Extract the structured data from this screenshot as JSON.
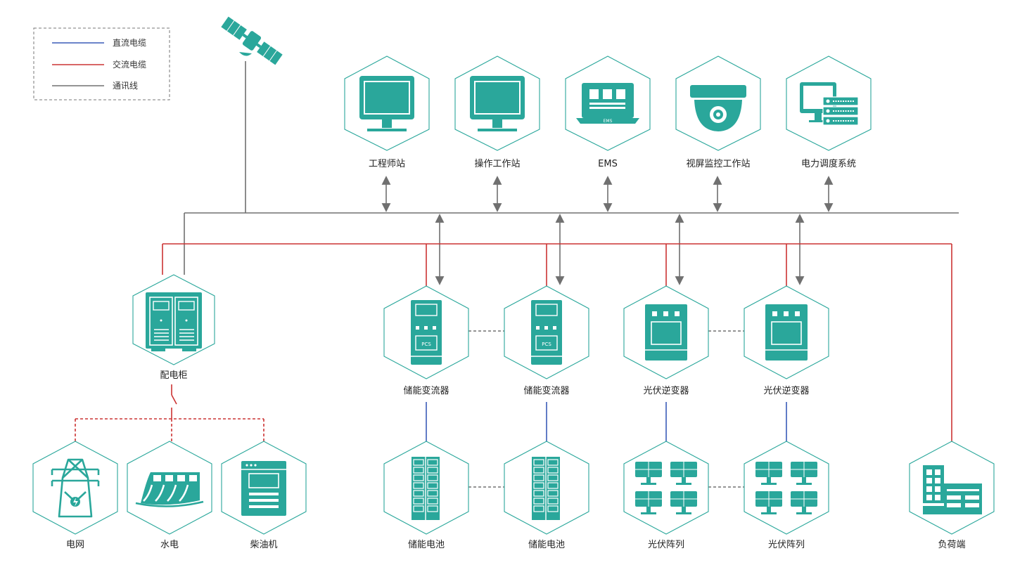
{
  "legend": {
    "dc_cable": "直流电缆",
    "ac_cable": "交流电缆",
    "comm_line": "通讯线"
  },
  "colors": {
    "accent": "#2aa79b",
    "dc": "#3a5bb8",
    "ac": "#cc3333",
    "comm": "#707070"
  },
  "top_nodes": {
    "engineer": "工程师站",
    "operator": "操作工作站",
    "ems": "EMS",
    "video": "视屏监控工作站",
    "dispatch": "电力调度系统"
  },
  "middle_nodes": {
    "cabinet": "配电柜",
    "pcs1": "储能变流器",
    "pcs2": "储能变流器",
    "inv1": "光伏逆变器",
    "inv2": "光伏逆变器"
  },
  "bottom_nodes": {
    "grid": "电网",
    "hydro": "水电",
    "diesel": "柴油机",
    "bat1": "储能电池",
    "bat2": "储能电池",
    "pv1": "光伏阵列",
    "pv2": "光伏阵列",
    "load": "负荷端"
  },
  "icon_text": {
    "ems_screen": "EMS",
    "pcs_panel": "PCS"
  }
}
